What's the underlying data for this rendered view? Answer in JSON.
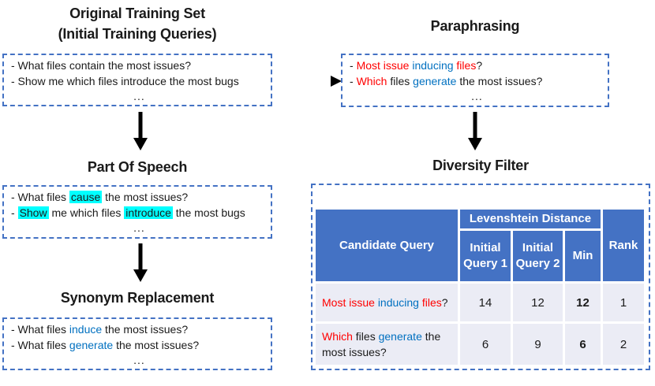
{
  "palette": {
    "border_blue": "#4472C4",
    "header_bg": "#4472C4",
    "cell_bg": "#EBECF5",
    "highlight_cyan": "#00FFFF",
    "text_red": "#FF0000",
    "text_blue": "#0070C0",
    "ink": "#1A1A1A"
  },
  "stages": {
    "original_training_set": {
      "title_line1": "Original Training Set",
      "title_line2": "(Initial Training Queries)",
      "line1": "- What files contain the most issues?",
      "line2": "- Show me which files introduce the most bugs",
      "more": "..."
    },
    "part_of_speech": {
      "title": "Part Of Speech",
      "line1_pre": "- What files ",
      "line1_hl": "cause",
      "line1_post": " the most issues?",
      "line2_pre": "- ",
      "line2_hl1": "Show",
      "line2_mid": " me which files ",
      "line2_hl2": "introduce",
      "line2_post": " the most bugs",
      "more": "..."
    },
    "synonym_replacement": {
      "title": "Synonym Replacement",
      "line1_pre": "- What files ",
      "line1_blue": "induce",
      "line1_post": " the most issues?",
      "line2_pre": "- What files ",
      "line2_blue": "generate",
      "line2_post": " the most issues?",
      "more": "..."
    },
    "paraphrasing": {
      "title": "Paraphrasing",
      "line1_pre": "- ",
      "line1_red1": "Most issue ",
      "line1_blue": "inducing ",
      "line1_red2": "files",
      "line1_post": "?",
      "line2_pre": "- ",
      "line2_red": "Which ",
      "line2_mid": "files ",
      "line2_blue": "generate ",
      "line2_post": "the most issues?",
      "more": "..."
    },
    "diversity_filter": {
      "title": "Diversity Filter"
    }
  },
  "table": {
    "headers": {
      "candidate": "Candidate Query",
      "levenshtein": "Levenshtein Distance",
      "iq1": "Initial Query 1",
      "iq2": "Initial Query 2",
      "min": "Min",
      "rank": "Rank"
    },
    "rows": [
      {
        "candidate_red1": "Most issue ",
        "candidate_blue": "inducing ",
        "candidate_red2": "files",
        "candidate_post": "?",
        "iq1": "14",
        "iq2": "12",
        "min": "12",
        "rank": "1"
      },
      {
        "candidate_red": "Which ",
        "candidate_mid": "files ",
        "candidate_blue": "generate ",
        "candidate_post": "the most issues?",
        "iq1": "6",
        "iq2": "9",
        "min": "6",
        "rank": "2"
      }
    ]
  }
}
